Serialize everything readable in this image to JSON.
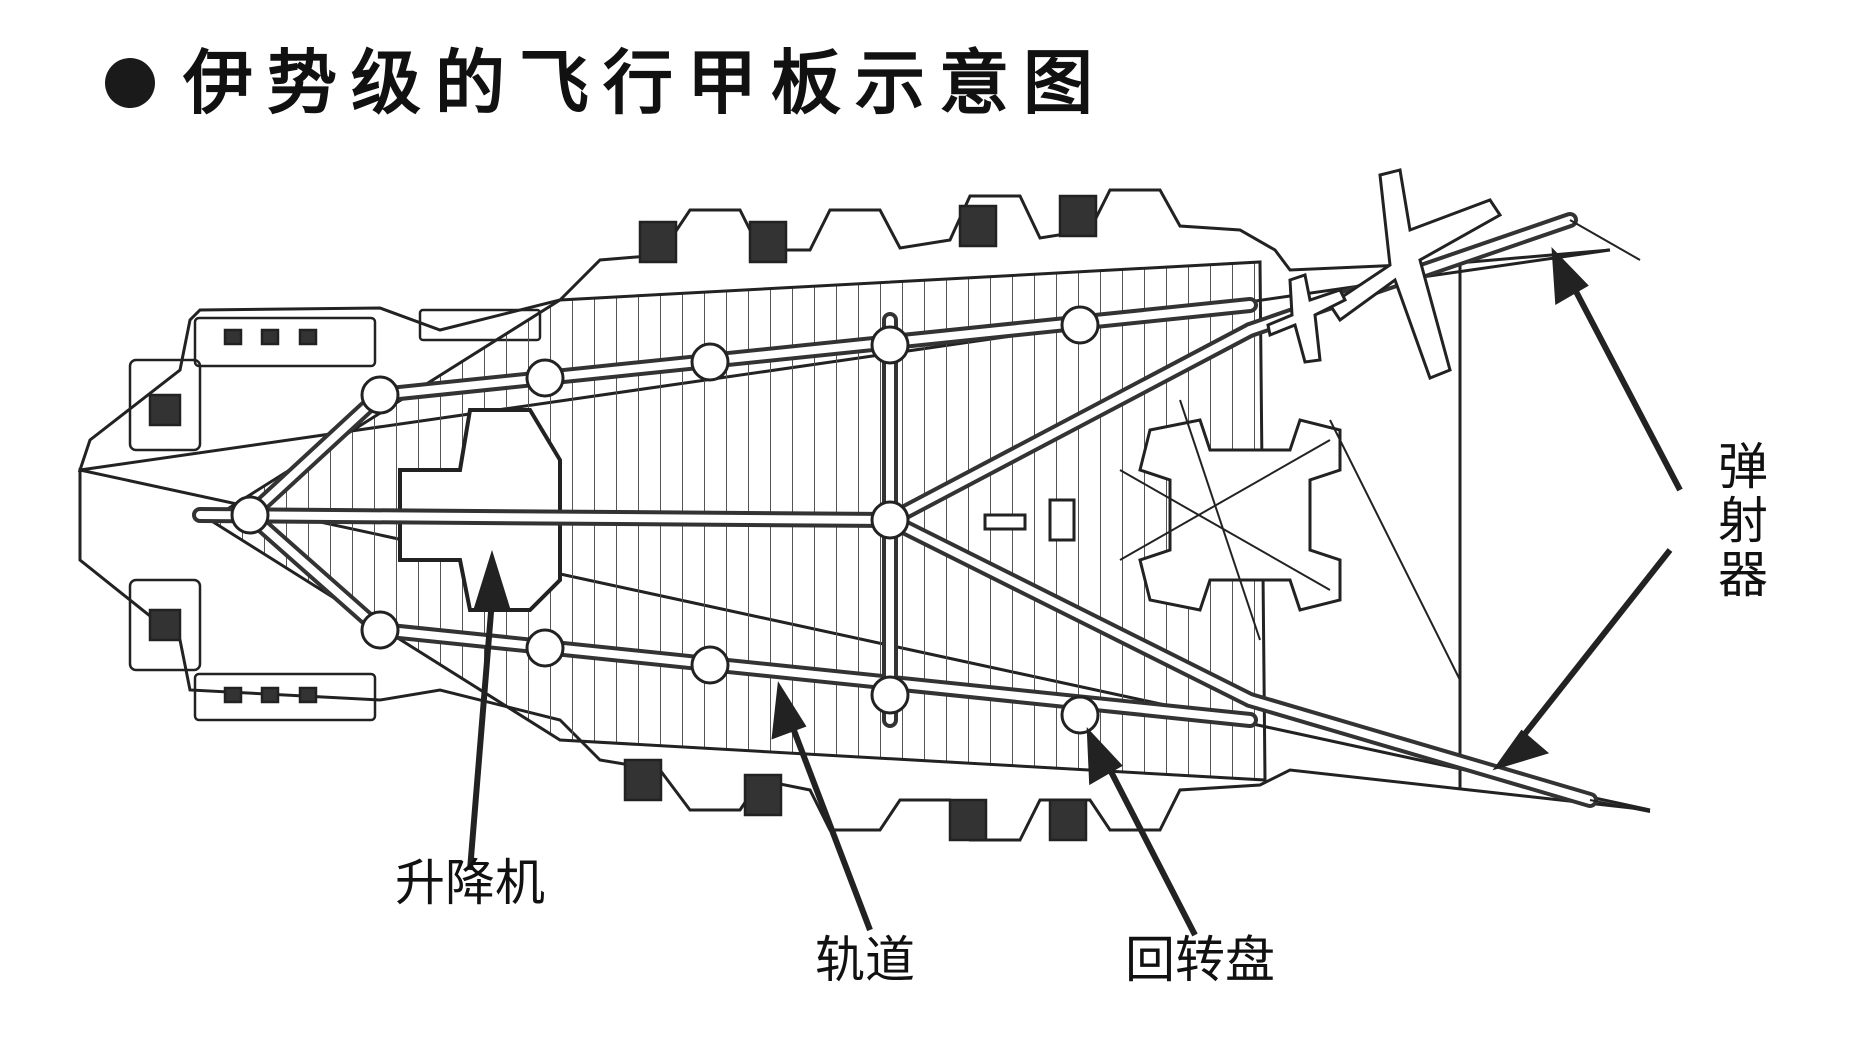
{
  "title": "伊势级的飞行甲板示意图",
  "labels": {
    "elevator": "升降机",
    "track": "轨道",
    "turntable": "回转盘",
    "catapult": [
      "弹",
      "射",
      "器"
    ]
  }
}
